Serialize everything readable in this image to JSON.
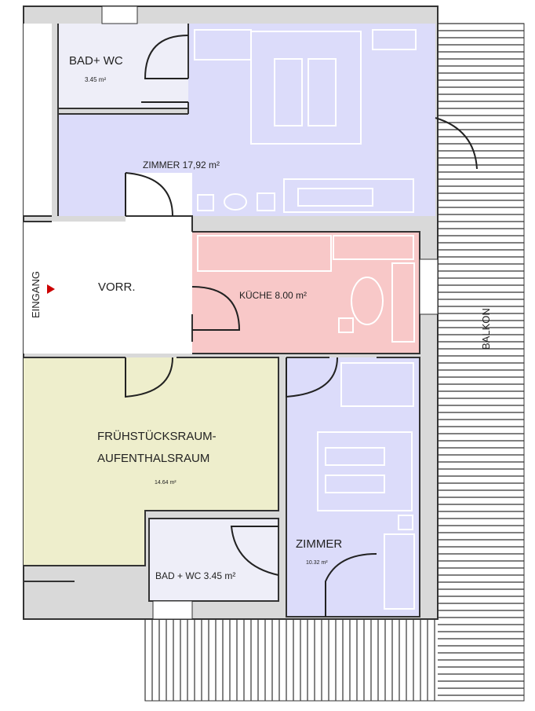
{
  "rooms": {
    "bad_top": {
      "name": "BAD+ WC",
      "area": "3.45 m²"
    },
    "zimmer_top": {
      "label": "ZIMMER  17,92  m²"
    },
    "vorraum": {
      "name": "VORR."
    },
    "kueche": {
      "label": "KÜCHE  8.00 m²"
    },
    "fruehstueck": {
      "line1": "FRÜHSTÜCKSRAUM-",
      "line2": "AUFENTHALSRAUM",
      "area": "14.64 m²"
    },
    "bad_bottom": {
      "label": "BAD + WC  3.45 m²"
    },
    "zimmer_bottom": {
      "name": "ZIMMER",
      "area": "10.32 m²"
    }
  },
  "labels": {
    "eingang": "EINGANG",
    "balkon": "BALKON"
  },
  "colors": {
    "zimmer": "#dcdcfa",
    "bad": "#eeeef8",
    "kueche": "#f8c8c8",
    "fruehstueck": "#eeeecc",
    "wall": "#d9d9d9",
    "entry_marker": "#cc0000"
  }
}
